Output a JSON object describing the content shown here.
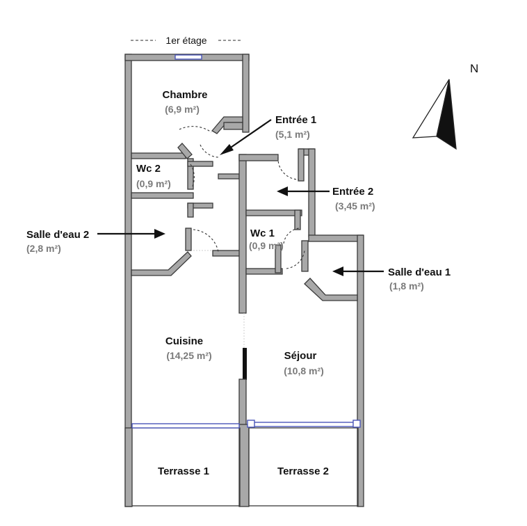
{
  "floor_title": "1er étage",
  "north_label": "N",
  "rooms": [
    {
      "id": "chambre",
      "name": "Chambre",
      "area": "(6,9 m²)"
    },
    {
      "id": "wc2",
      "name": "Wc 2",
      "area": "(0,9 m²)"
    },
    {
      "id": "entree1",
      "name": "Entrée 1",
      "area": "(5,1 m²)"
    },
    {
      "id": "entree2",
      "name": "Entrée 2",
      "area": "(3,45 m²)"
    },
    {
      "id": "salle-eau-2",
      "name": "Salle d'eau 2",
      "area": "(2,8 m²)"
    },
    {
      "id": "wc1",
      "name": "Wc 1",
      "area": "(0,9 m²)"
    },
    {
      "id": "salle-eau-1",
      "name": "Salle d'eau 1",
      "area": "(1,8 m²)"
    },
    {
      "id": "cuisine",
      "name": "Cuisine",
      "area": "(14,25 m²)"
    },
    {
      "id": "sejour",
      "name": "Séjour",
      "area": "(10,8 m²)"
    },
    {
      "id": "terrasse1",
      "name": "Terrasse 1",
      "area": ""
    },
    {
      "id": "terrasse2",
      "name": "Terrasse 2",
      "area": ""
    }
  ],
  "colors": {
    "wall": "#a8a8a8",
    "window": "#4a56b8",
    "area_text": "#7a7a7a"
  }
}
